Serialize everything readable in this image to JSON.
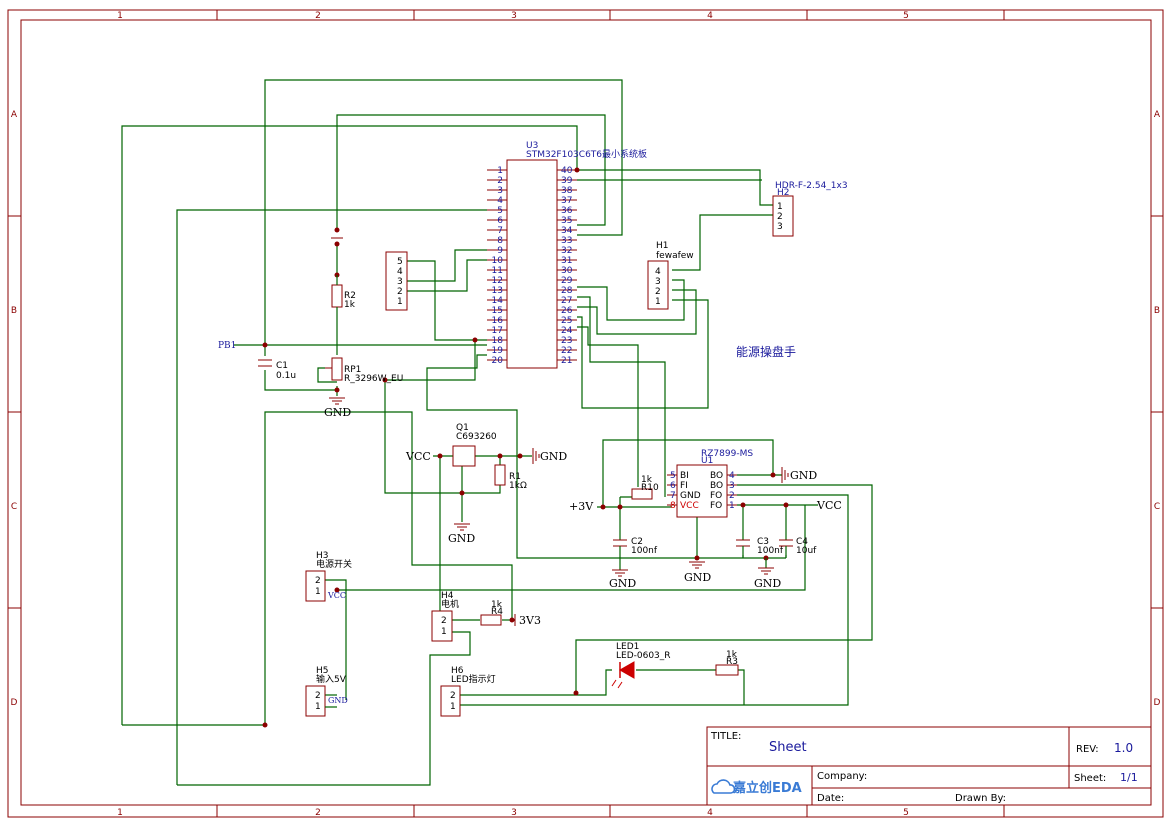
{
  "border": {
    "columns": [
      "1",
      "2",
      "3",
      "4",
      "5"
    ],
    "rows": [
      "A",
      "B",
      "C",
      "D"
    ]
  },
  "net_labels": {
    "pb1": "PB1",
    "gnd_left": "GND",
    "gnd_q1": "GND",
    "gnd_q1_right": "GND",
    "gnd_c2": "GND",
    "gnd_u1": "GND",
    "gnd_c4": "GND",
    "gnd_u1_right": "GND",
    "vcc_q1": "VCC",
    "vcc_u1": "VCC",
    "plus3v": "+3V",
    "v3v3": "3V3",
    "h3_vcc": "VCC",
    "h5_gnd": "GND"
  },
  "u3": {
    "designator": "U3",
    "part": "STM32F103C6T6最小系统板",
    "left_pins": [
      "1",
      "2",
      "3",
      "4",
      "5",
      "6",
      "7",
      "8",
      "9",
      "10",
      "11",
      "12",
      "13",
      "14",
      "15",
      "16",
      "17",
      "18",
      "19",
      "20"
    ],
    "right_pins": [
      "40",
      "39",
      "38",
      "37",
      "36",
      "35",
      "34",
      "33",
      "32",
      "31",
      "30",
      "29",
      "28",
      "27",
      "26",
      "25",
      "24",
      "23",
      "22",
      "21"
    ]
  },
  "u1": {
    "designator": "U1",
    "part": "RZ7899-MS",
    "left_pin_nums": [
      "5",
      "6",
      "7",
      "8"
    ],
    "left_pin_names": [
      "BI",
      "FI",
      "GND",
      "VCC"
    ],
    "right_pin_nums": [
      "4",
      "3",
      "2",
      "1"
    ],
    "right_pin_names": [
      "BO",
      "BO",
      "FO",
      "FO"
    ]
  },
  "connectors": {
    "left5": {
      "pins": [
        "5",
        "4",
        "3",
        "2",
        "1"
      ]
    },
    "h1": {
      "designator": "H1",
      "part": "fewafew",
      "pins": [
        "4",
        "3",
        "2",
        "1"
      ]
    },
    "h2": {
      "designator": "H2",
      "part": "HDR-F-2.54_1x3",
      "pins": [
        "1",
        "2",
        "3"
      ]
    },
    "h3": {
      "designator": "H3",
      "part": "电源开关",
      "pins": [
        "2",
        "1"
      ]
    },
    "h4": {
      "designator": "H4",
      "part": "电机",
      "pins": [
        "2",
        "1"
      ]
    },
    "h5": {
      "designator": "H5",
      "part": "输入5V",
      "pins": [
        "2",
        "1"
      ]
    },
    "h6": {
      "designator": "H6",
      "part": "LED指示灯",
      "pins": [
        "2",
        "1"
      ]
    }
  },
  "components": {
    "r1": {
      "designator": "R1",
      "value": "1kΩ"
    },
    "r2": {
      "designator": "R2",
      "value": "1k"
    },
    "r3": {
      "designator": "R3",
      "value": "1k"
    },
    "r4": {
      "designator": "R4",
      "value": "1k"
    },
    "r10": {
      "designator": "R10",
      "value": "1k"
    },
    "c1": {
      "designator": "C1",
      "value": "0.1u"
    },
    "c2": {
      "designator": "C2",
      "value": "100nf"
    },
    "c3": {
      "designator": "C3",
      "value": "100nf"
    },
    "c4": {
      "designator": "C4",
      "value": "10uf"
    },
    "rp1": {
      "designator": "RP1",
      "value": "R_3296W_EU"
    },
    "q1": {
      "designator": "Q1",
      "value": "C693260"
    },
    "led1": {
      "designator": "LED1",
      "value": "LED-0603_R"
    }
  },
  "annotation": "能源操盘手",
  "title_block": {
    "title_label": "TITLE:",
    "title": "Sheet",
    "rev_label": "REV:",
    "rev": "1.0",
    "company_label": "Company:",
    "sheet_label": "Sheet:",
    "sheet": "1/1",
    "date_label": "Date:",
    "drawn_label": "Drawn By:",
    "logo_text": "嘉立创EDA",
    "logo_icon": "cloud-icon"
  },
  "colors": {
    "frame": "#8b0000",
    "wire": "#006400",
    "label": "#1a1a9c",
    "led": "#cc0000"
  }
}
